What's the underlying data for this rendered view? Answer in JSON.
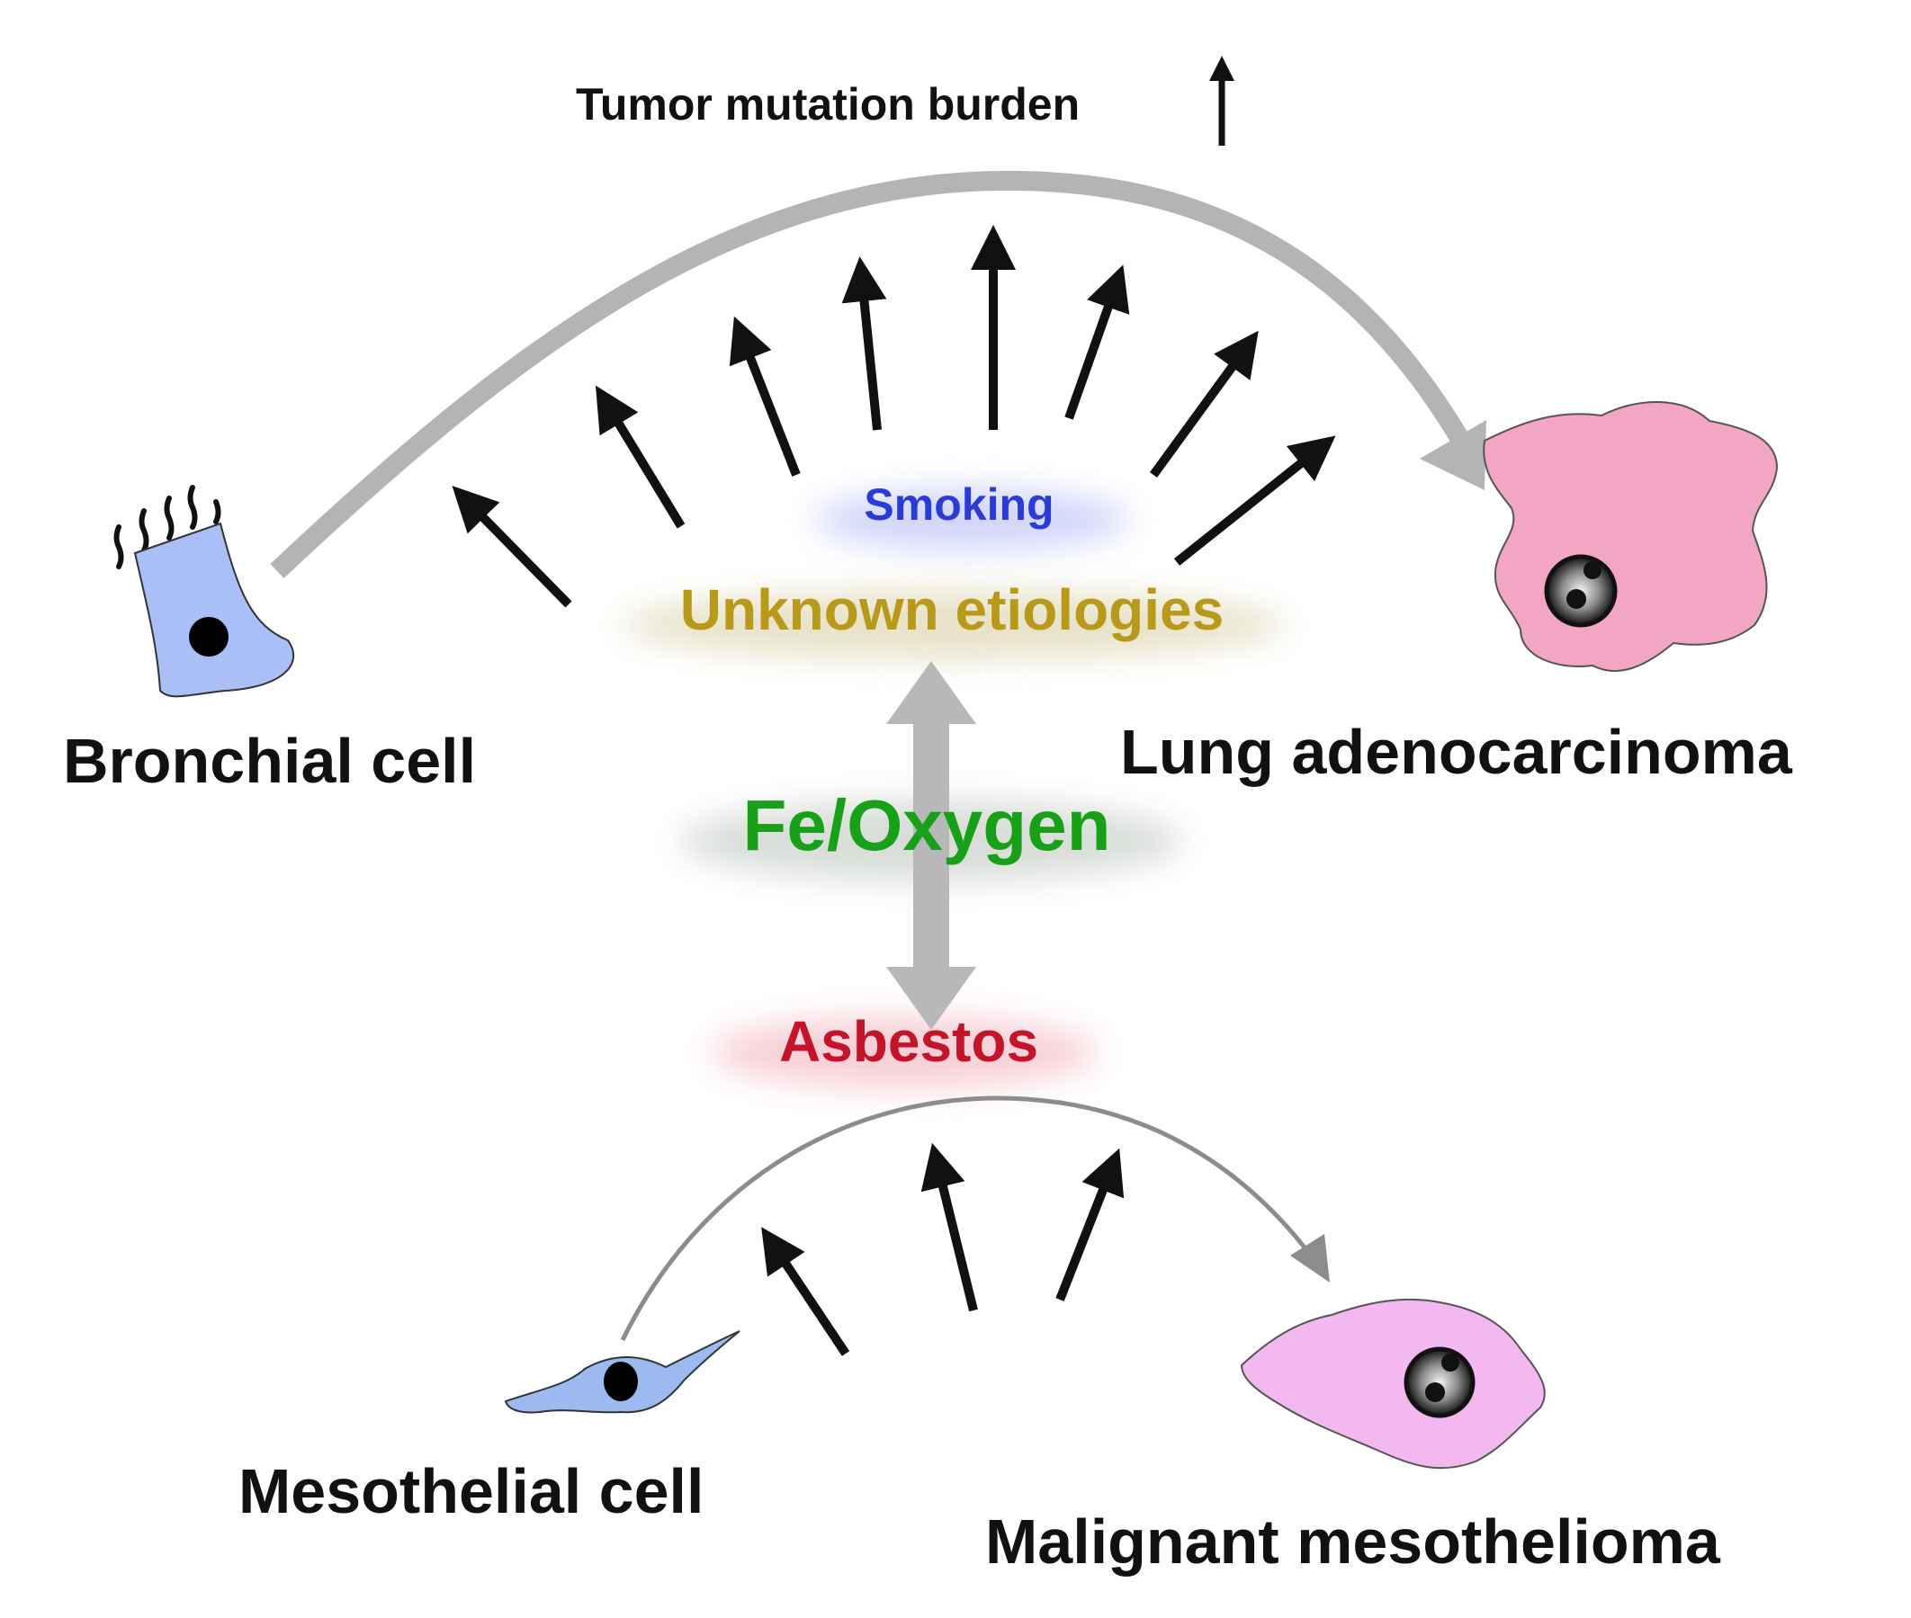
{
  "labels": {
    "tmb": "Tumor mutation burden",
    "smoking": "Smoking",
    "unknown": "Unknown etiologies",
    "fe_oxygen": "Fe/Oxygen",
    "asbestos": "Asbestos",
    "bronchial_cell": "Bronchial cell",
    "lung_adeno": "Lung adenocarcinoma",
    "mesothelial_cell": "Mesothelial cell",
    "malignant_meso": "Malignant mesothelioma"
  },
  "colors": {
    "smoking": "#2b3bd6",
    "unknown": "#b8991a",
    "fe_oxygen": "#18a018",
    "asbestos": "#c4142a",
    "text": "#111111",
    "bronchial_fill": "#a9bff5",
    "lung_fill": "#f3a5c4",
    "meso_cell_fill": "#9dbaf0",
    "meso_tumor_fill": "#f4b8f0",
    "gray_arrow": "#b4b4b4"
  }
}
